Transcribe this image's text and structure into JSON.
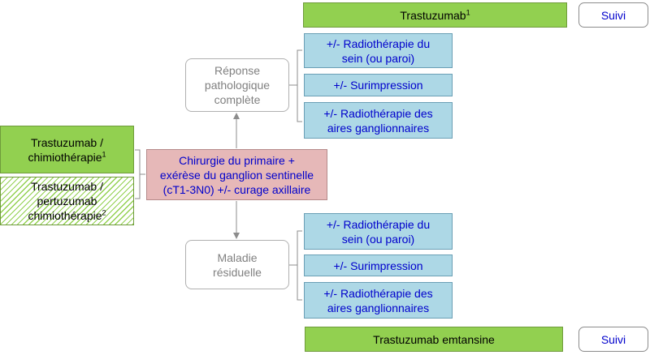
{
  "colors": {
    "green": "#92d050",
    "blue": "#add8e6",
    "pink": "#e6b8b8",
    "text_blue": "#0000cc",
    "text_gray": "#808080"
  },
  "neoadjuvant": {
    "option1": {
      "line1": "Trastuzumab /",
      "line2": "chimiothérapie",
      "sup": "1"
    },
    "option2": {
      "line1": "Trastuzumab /",
      "line2": "pertuzumab",
      "line3": "chimiothérapie",
      "sup": "2"
    }
  },
  "surgery": {
    "line1": "Chirurgie du primaire +",
    "line2": "exérèse du ganglion sentinelle",
    "line3": "(cT1-3N0) +/- curage axillaire"
  },
  "complete_response": {
    "line1": "Réponse",
    "line2": "pathologique",
    "line3": "complète",
    "treatments": {
      "radio_breast": {
        "line1": "+/- Radiothérapie du",
        "line2": "sein (ou paroi)"
      },
      "boost": {
        "line1": "+/- Surimpression"
      },
      "radio_nodes": {
        "line1": "+/- Radiothérapie des",
        "line2": "aires ganglionnaires"
      }
    },
    "adjuvant": {
      "label": "Trastuzumab",
      "sup": "1"
    },
    "followup": "Suivi"
  },
  "residual_disease": {
    "line1": "Maladie",
    "line2": "résiduelle",
    "treatments": {
      "radio_breast": {
        "line1": "+/- Radiothérapie du",
        "line2": "sein (ou paroi)"
      },
      "boost": {
        "line1": "+/- Surimpression"
      },
      "radio_nodes": {
        "line1": "+/- Radiothérapie des",
        "line2": "aires ganglionnaires"
      }
    },
    "adjuvant": {
      "label": "Trastuzumab emtansine"
    },
    "followup": "Suivi"
  }
}
